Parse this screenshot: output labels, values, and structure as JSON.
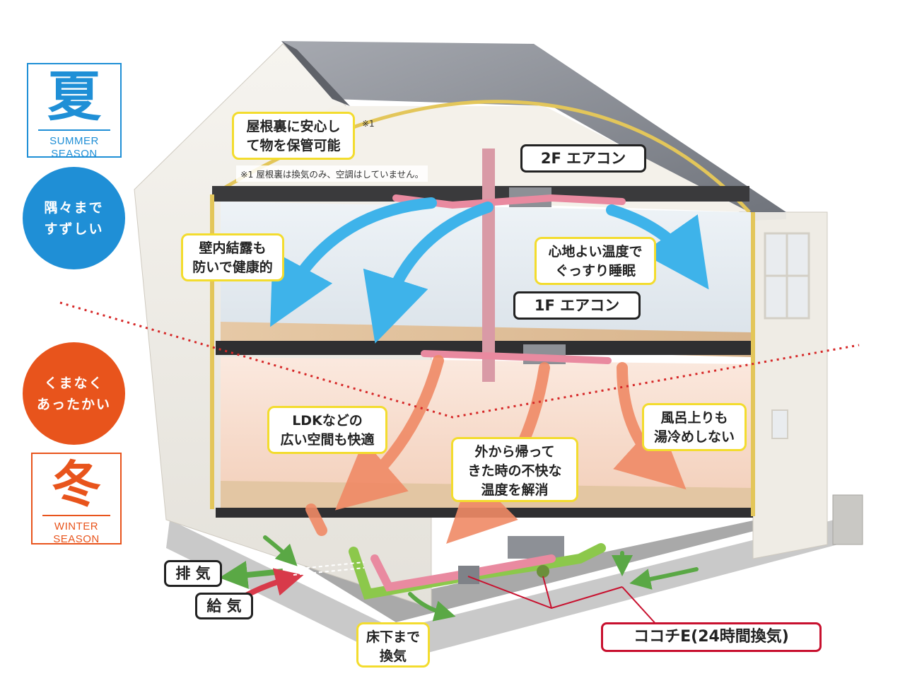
{
  "summer": {
    "kanji": "夏",
    "en_line1": "SUMMER",
    "en_line2": "SEASON",
    "color": "#1f8fd6",
    "circle_line1": "隅々まで",
    "circle_line2": "すずしい"
  },
  "winter": {
    "kanji": "冬",
    "en_line1": "WINTER",
    "en_line2": "SEASON",
    "color": "#e8541c",
    "circle_line1": "くまなく",
    "circle_line2": "あったかい"
  },
  "callouts": {
    "attic": "屋根裏に安心し\nて物を保管可能",
    "attic_mark": "※1",
    "attic_note": "※1 屋根裏は換気のみ、空調はしていません。",
    "wall": "壁内結露も\n防いで健康的",
    "bedroom": "心地よい温度で\nぐっすり睡眠",
    "ldk": "LDKなどの\n広い空間も快適",
    "bath": "風呂上りも\n湯冷めしない",
    "return_home": "外から帰って\nきた時の不快な\n温度を解消",
    "underfloor": "床下まで\n換気"
  },
  "tags": {
    "ac_2f": "2F エアコン",
    "ac_1f": "1F エアコン",
    "exhaust": "排 気",
    "supply": "給 気",
    "product": "ココチE(24時間換気)"
  },
  "colors": {
    "cool_arrow": "#3eb3ea",
    "warm_arrow": "#f08a66",
    "duct_pink": "#e98aa0",
    "duct_green": "#8cc84b",
    "callout_border": "#f3dc2e",
    "divider_dot": "#d62828",
    "roof": "#8c8f96"
  }
}
